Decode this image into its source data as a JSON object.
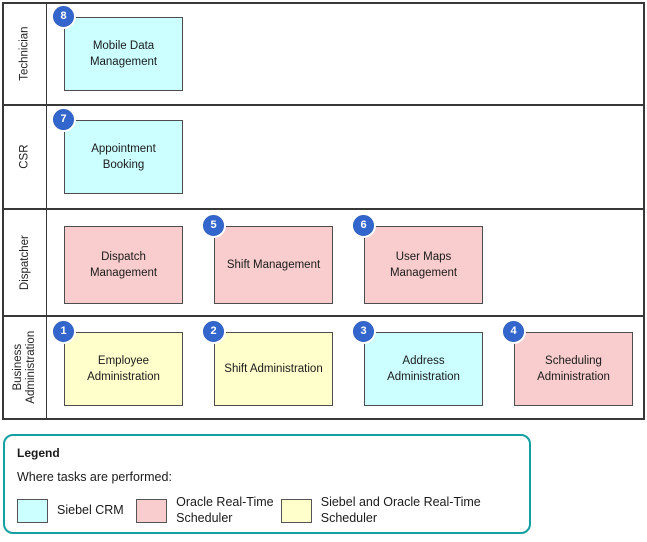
{
  "diagram": {
    "lanes": [
      {
        "label": "Technician",
        "tasks": [
          {
            "badge": "8",
            "title": "Mobile Data Management",
            "system": "siebel-crm"
          }
        ]
      },
      {
        "label": "CSR",
        "tasks": [
          {
            "badge": "7",
            "title": "Appointment Booking",
            "system": "siebel-crm"
          }
        ]
      },
      {
        "label": "Dispatcher",
        "tasks": [
          {
            "badge": "",
            "title": "Dispatch Management",
            "system": "oracle-rts"
          },
          {
            "badge": "5",
            "title": "Shift Management",
            "system": "oracle-rts"
          },
          {
            "badge": "6",
            "title": "User Maps Management",
            "system": "oracle-rts"
          }
        ]
      },
      {
        "label": "Business Administration",
        "tasks": [
          {
            "badge": "1",
            "title": "Employee Administration",
            "system": "both"
          },
          {
            "badge": "2",
            "title": "Shift Administration",
            "system": "both"
          },
          {
            "badge": "3",
            "title": "Address Administration",
            "system": "siebel-crm"
          },
          {
            "badge": "4",
            "title": "Scheduling Administration",
            "system": "oracle-rts"
          }
        ]
      }
    ]
  },
  "legend": {
    "title": "Legend",
    "subtitle": "Where tasks are performed:",
    "entries": [
      {
        "label": "Siebel CRM",
        "color": "#ccffff"
      },
      {
        "label": "Oracle Real-Time Scheduler",
        "color": "#f9cdcd"
      },
      {
        "label": "Siebel and Oracle Real-Time Scheduler",
        "color": "#ffffcc"
      }
    ]
  },
  "colors": {
    "siebel_crm_fill": "#ccffff",
    "oracle_rts_fill": "#f9cdcd",
    "both_fill": "#ffffcc",
    "badge_fill": "#3366cc",
    "legend_border": "#14a0a0",
    "lane_border": "#383838"
  }
}
